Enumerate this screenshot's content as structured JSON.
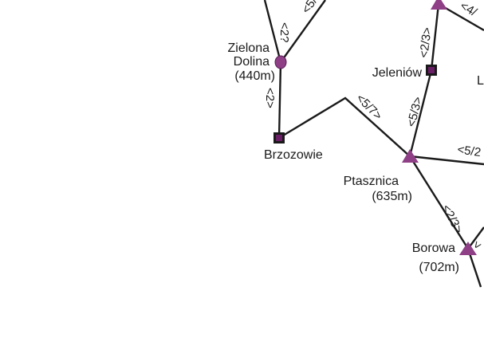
{
  "places": {
    "zielona_dolina": {
      "line1": "Zielona",
      "line2": "Dolina",
      "elevation": "(440m)"
    },
    "jeleniow": {
      "name": "Jeleniów"
    },
    "brzozowie": {
      "name": "Brzozowie"
    },
    "ptasznica": {
      "name": "Ptasznica",
      "elevation": "(635m)"
    },
    "borowa": {
      "name": "Borowa",
      "elevation": "(702m)"
    },
    "partial_right": {
      "name": "L"
    }
  },
  "routes": {
    "top_left_vertical": "<2?",
    "top_left_diagonal": "<5/",
    "top_right": "<4/",
    "jeleniow_up": "<2/3>",
    "zielona_brzozowie": "<2>",
    "brzozowie_ptasznica": "<5/7>",
    "jeleniow_ptasznica": "<5/3>",
    "ptasznica_right": "<5/2",
    "ptasznica_borowa": "<2/3>",
    "borowa_partial": "<"
  },
  "colors": {
    "marker_fill": "#8e3f86",
    "square_inner": "#6a1e66",
    "line": "#1a1a1a"
  },
  "legend_symbols": [
    "circle-marker",
    "square-marker",
    "triangle-marker"
  ]
}
